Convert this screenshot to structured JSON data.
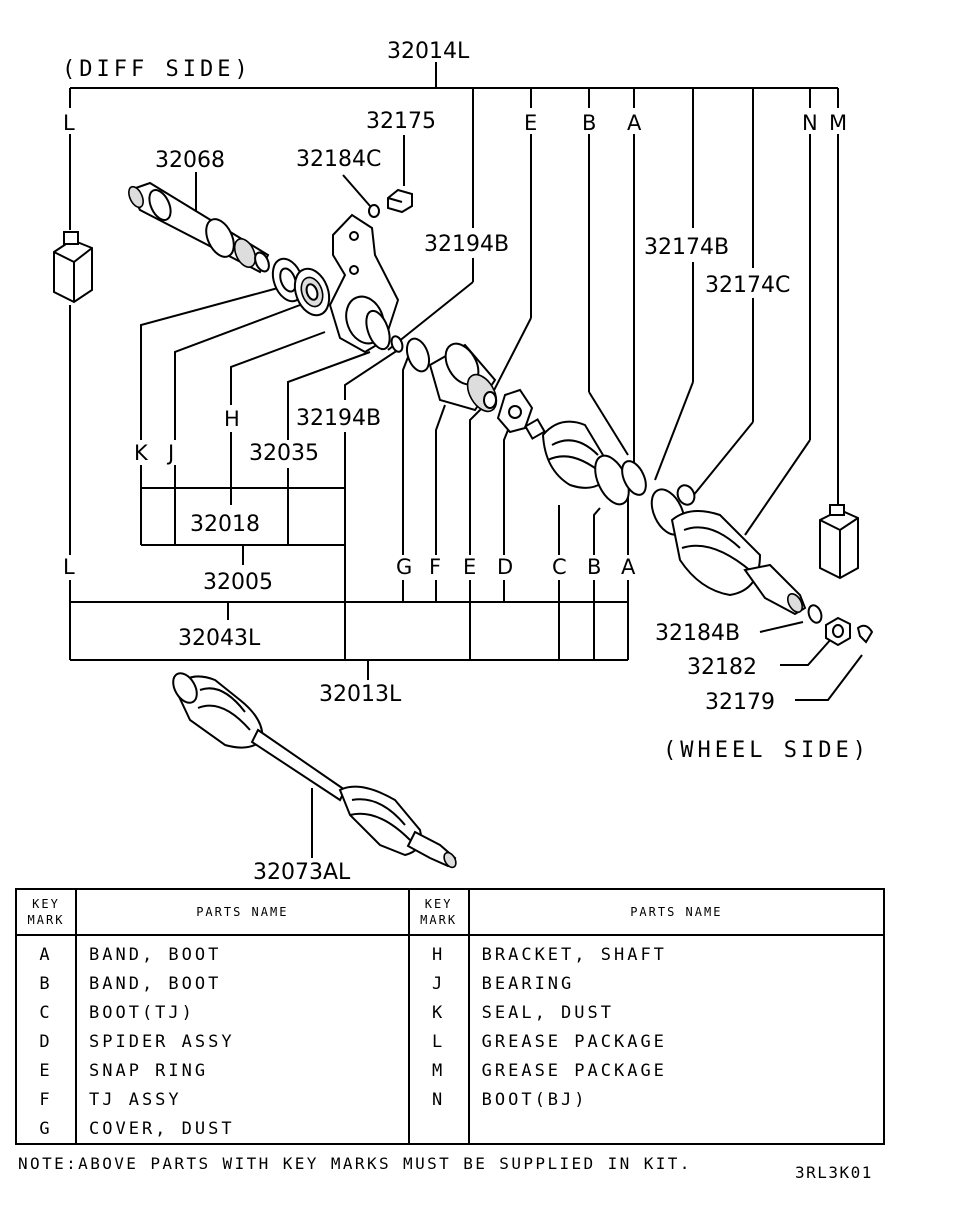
{
  "diagram": {
    "part_numbers": {
      "p32014L": "32014L",
      "p32175": "32175",
      "p32068": "32068",
      "p32184C": "32184C",
      "p32194B_top": "32194B",
      "p32174B": "32174B",
      "p32174C": "32174C",
      "p32194B_mid": "32194B",
      "p32035": "32035",
      "p32018": "32018",
      "p32005": "32005",
      "p32043L": "32043L",
      "p32013L": "32013L",
      "p32184B": "32184B",
      "p32182": "32182",
      "p32179": "32179",
      "p32073AL": "32073AL"
    },
    "key_marks": {
      "top_L": "L",
      "top_E": "E",
      "top_B": "B",
      "top_A": "A",
      "top_N": "N",
      "top_M": "M",
      "mid_K": "K",
      "mid_J": "J",
      "mid_H": "H",
      "bot_L": "L",
      "bot_G": "G",
      "bot_F": "F",
      "bot_E": "E",
      "bot_D": "D",
      "bot_C": "C",
      "bot_B": "B",
      "bot_A": "A"
    },
    "diff_side": "(DIFF SIDE)",
    "wheel_side": "(WHEEL SIDE)"
  },
  "table": {
    "header": {
      "key_mark_line1": "KEY",
      "key_mark_line2": "MARK",
      "parts_name": "PARTS NAME"
    },
    "left": [
      {
        "mark": "A",
        "name": "BAND, BOOT"
      },
      {
        "mark": "B",
        "name": "BAND, BOOT"
      },
      {
        "mark": "C",
        "name": "BOOT(TJ)"
      },
      {
        "mark": "D",
        "name": "SPIDER ASSY"
      },
      {
        "mark": "E",
        "name": "SNAP RING"
      },
      {
        "mark": "F",
        "name": "TJ ASSY"
      },
      {
        "mark": "G",
        "name": "COVER, DUST"
      }
    ],
    "right": [
      {
        "mark": "H",
        "name": "BRACKET, SHAFT"
      },
      {
        "mark": "J",
        "name": "BEARING"
      },
      {
        "mark": "K",
        "name": "SEAL, DUST"
      },
      {
        "mark": "L",
        "name": "GREASE PACKAGE"
      },
      {
        "mark": "M",
        "name": "GREASE PACKAGE"
      },
      {
        "mark": "N",
        "name": "BOOT(BJ)"
      },
      {
        "mark": "",
        "name": ""
      }
    ]
  },
  "note": "NOTE:ABOVE PARTS WITH KEY MARKS MUST BE SUPPLIED IN KIT.",
  "diagram_code": "3RL3K01"
}
